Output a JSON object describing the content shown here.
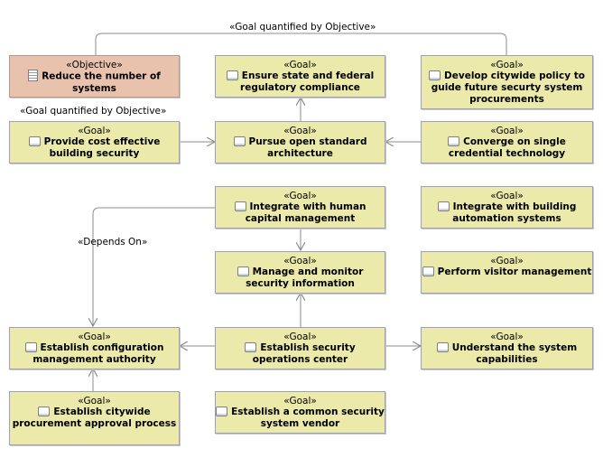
{
  "stereotypes": {
    "goal": "«Goal»",
    "objective": "«Objective»"
  },
  "nodes": [
    {
      "id": "objective-reduce",
      "kind": "objective",
      "name": "Reduce the number of systems"
    },
    {
      "id": "goal-ensure",
      "kind": "goal",
      "name": "Ensure state and federal regulatory compliance"
    },
    {
      "id": "goal-develop-policy",
      "kind": "goal",
      "name": "Develop citywide policy to guide future securty system procurements"
    },
    {
      "id": "goal-provide-cost",
      "kind": "goal",
      "name": "Provide cost effective building security"
    },
    {
      "id": "goal-pursue-open",
      "kind": "goal",
      "name": "Pursue open standard architecture"
    },
    {
      "id": "goal-converge",
      "kind": "goal",
      "name": "Converge on single credential technology"
    },
    {
      "id": "goal-integrate-human",
      "kind": "goal",
      "name": "Integrate with human capital management"
    },
    {
      "id": "goal-integrate-building",
      "kind": "goal",
      "name": "Integrate with building automation systems"
    },
    {
      "id": "goal-manage-monitor",
      "kind": "goal",
      "name": "Manage and monitor security information"
    },
    {
      "id": "goal-visitor",
      "kind": "goal",
      "name": "Perform visitor management"
    },
    {
      "id": "goal-config-mgmt",
      "kind": "goal",
      "name": "Establish configuration management authority"
    },
    {
      "id": "goal-security-ops",
      "kind": "goal",
      "name": "Establish security operations center"
    },
    {
      "id": "goal-understand",
      "kind": "goal",
      "name": "Understand the system capabilities"
    },
    {
      "id": "goal-procurement",
      "kind": "goal",
      "name": "Establish citywide procurement approval process"
    },
    {
      "id": "goal-vendor",
      "kind": "goal",
      "name": "Establish a common security system vendor"
    }
  ],
  "edge_labels": {
    "quantified_top": "«Goal quantified by Objective»",
    "quantified_left": "«Goal quantified by Objective»",
    "depends_on": "«Depends On»"
  },
  "colors": {
    "goal_fill": "#ebeaaa",
    "objective_fill": "#e8c2ad",
    "border": "#9aa0bd",
    "connector": "#8c8c8c"
  }
}
